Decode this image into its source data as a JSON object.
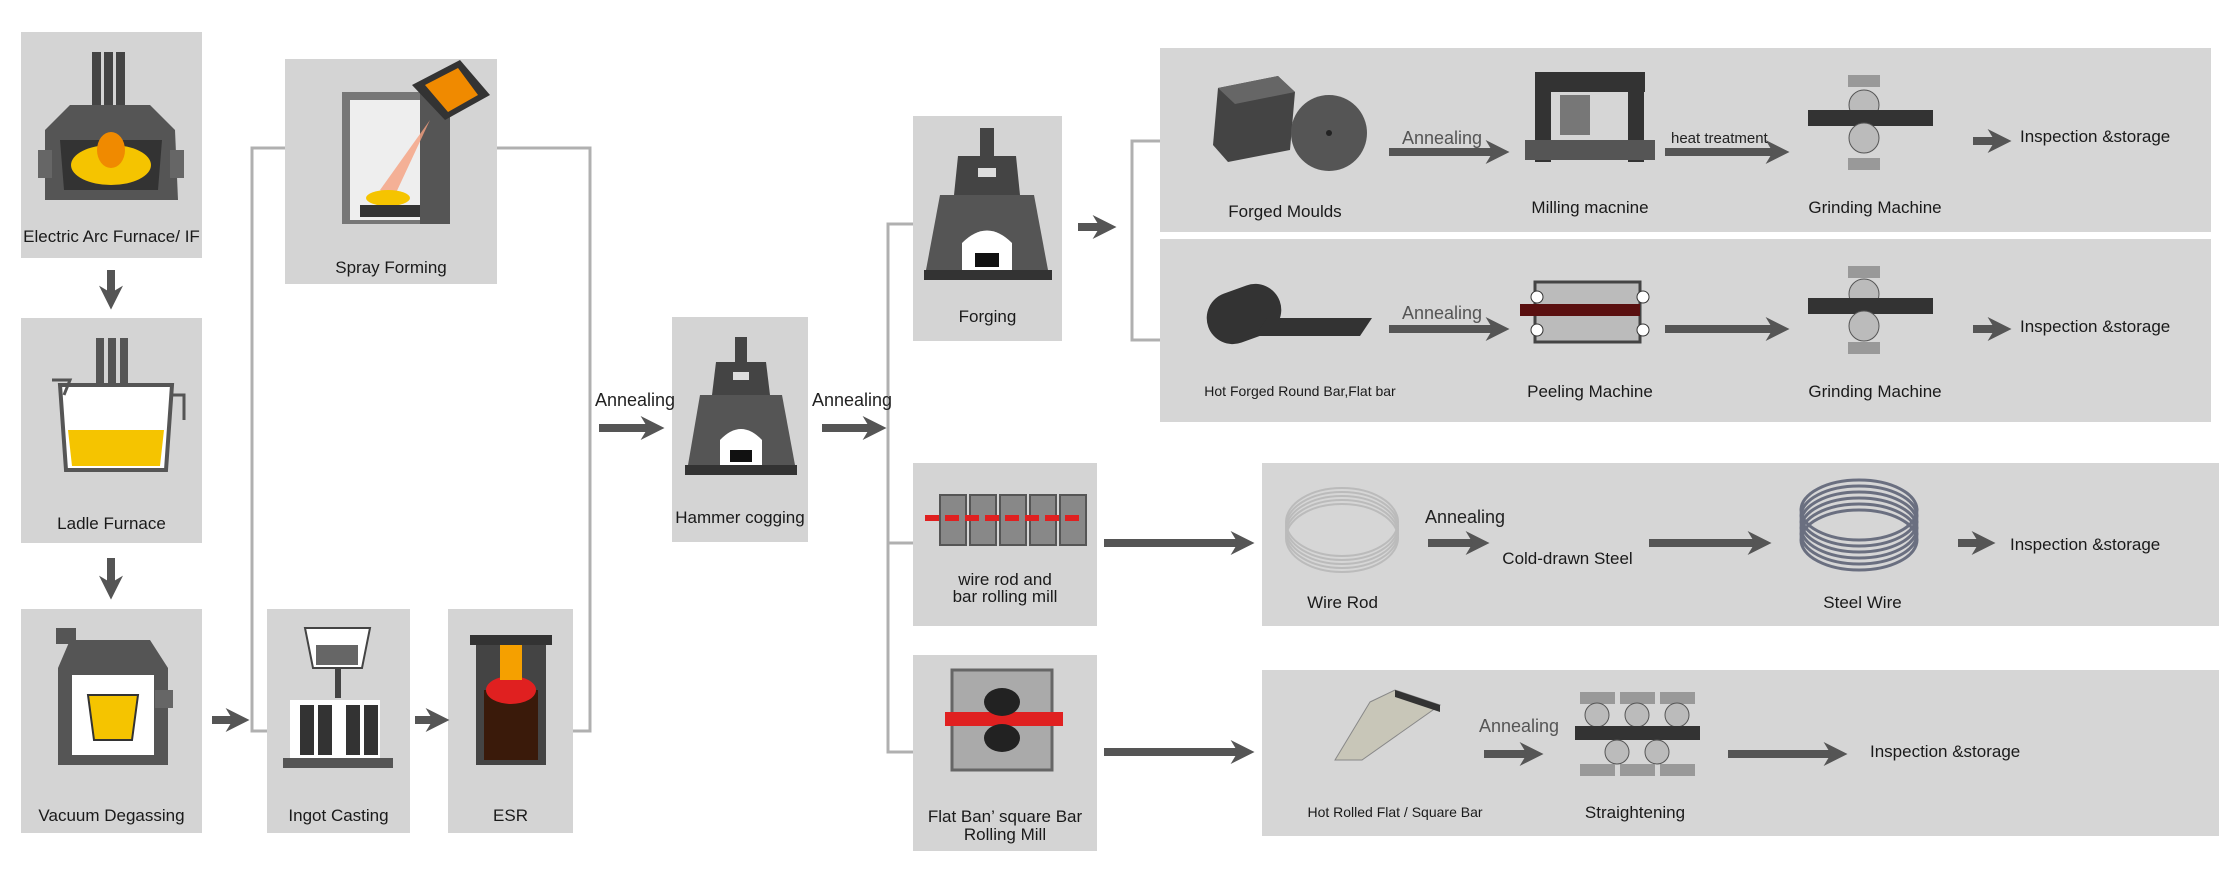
{
  "steps": {
    "eaf": "Electric Arc Furnace/ IF",
    "ladle": "Ladle Furnace",
    "vd": "Vacuum Degassing",
    "spray": "Spray Forming",
    "ingot": "Ingot Casting",
    "esr": "ESR",
    "hammer": "Hammer cogging",
    "forging": "Forging",
    "wire_mill_1": "wire rod and",
    "wire_mill_2": "bar rolling mill",
    "flat_mill_1": "Flat Ban’ square Bar",
    "flat_mill_2": "Rolling Mill"
  },
  "annealing": "Annealing",
  "heat_treatment": "heat treatment",
  "rows": {
    "r1": {
      "item1": "Forged Moulds",
      "item2": "Milling macnine",
      "item3": "Grinding Machine",
      "end": "Inspection &storage"
    },
    "r2": {
      "item1": "Hot Forged Round Bar,Flat bar",
      "item2": "Peeling Machine",
      "item3": "Grinding Machine",
      "end": "Inspection &storage"
    },
    "r3": {
      "item1": "Wire Rod",
      "item2": "Cold-drawn Steel",
      "item3": "Steel Wire",
      "end": "Inspection &storage"
    },
    "r4": {
      "item1": "Hot Rolled Flat / Square Bar",
      "item2": "Straightening",
      "end": "Inspection &storage"
    }
  },
  "colors": {
    "box": "#d4d4d4",
    "arrow": "#555555",
    "connector": "#b0b0b0",
    "molten": "#f5c400",
    "hot": "#e02020"
  }
}
